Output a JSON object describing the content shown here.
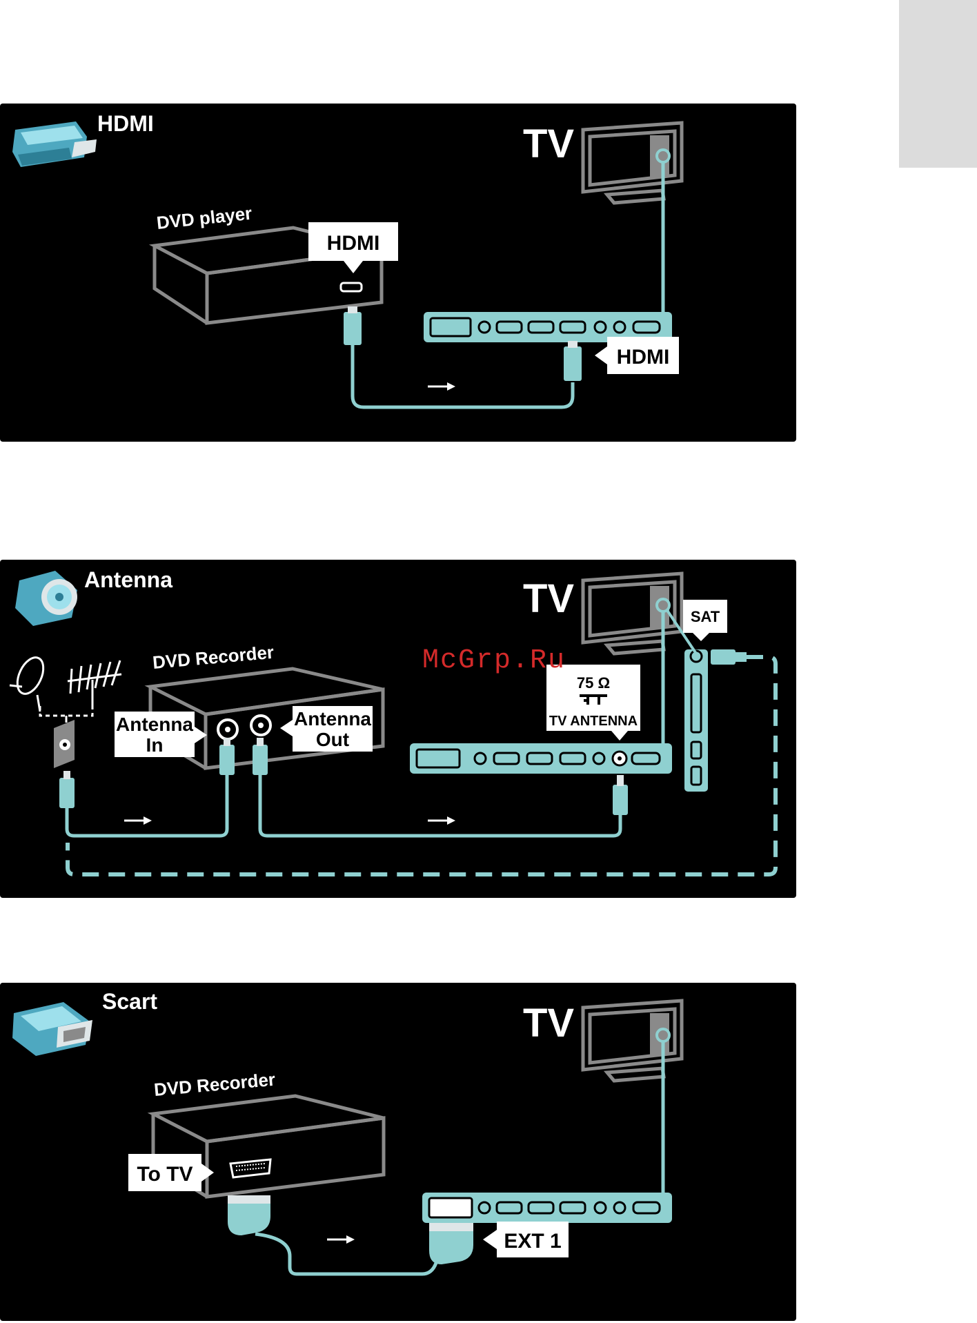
{
  "colors": {
    "cable": "#8fd0d0",
    "outline": "#8a8a8a",
    "panel": "#000000",
    "tab": "#dcdcdc",
    "watermark": "#d42a2a"
  },
  "hdmi": {
    "title": "HDMI",
    "tv": "TV",
    "device": "DVD player",
    "device_port_label": "HDMI",
    "tv_port_label": "HDMI"
  },
  "antenna": {
    "title": "Antenna",
    "tv": "TV",
    "device": "DVD Recorder",
    "antenna_in": [
      "Antenna",
      "In"
    ],
    "antenna_out": [
      "Antenna",
      "Out"
    ],
    "sat": "SAT",
    "ohm": "75 Ω",
    "tv_antenna": "TV ANTENNA"
  },
  "scart": {
    "title": "Scart",
    "tv": "TV",
    "device": "DVD Recorder",
    "to_tv": "To TV",
    "ext": "EXT 1"
  },
  "watermark": "McGrp.Ru"
}
